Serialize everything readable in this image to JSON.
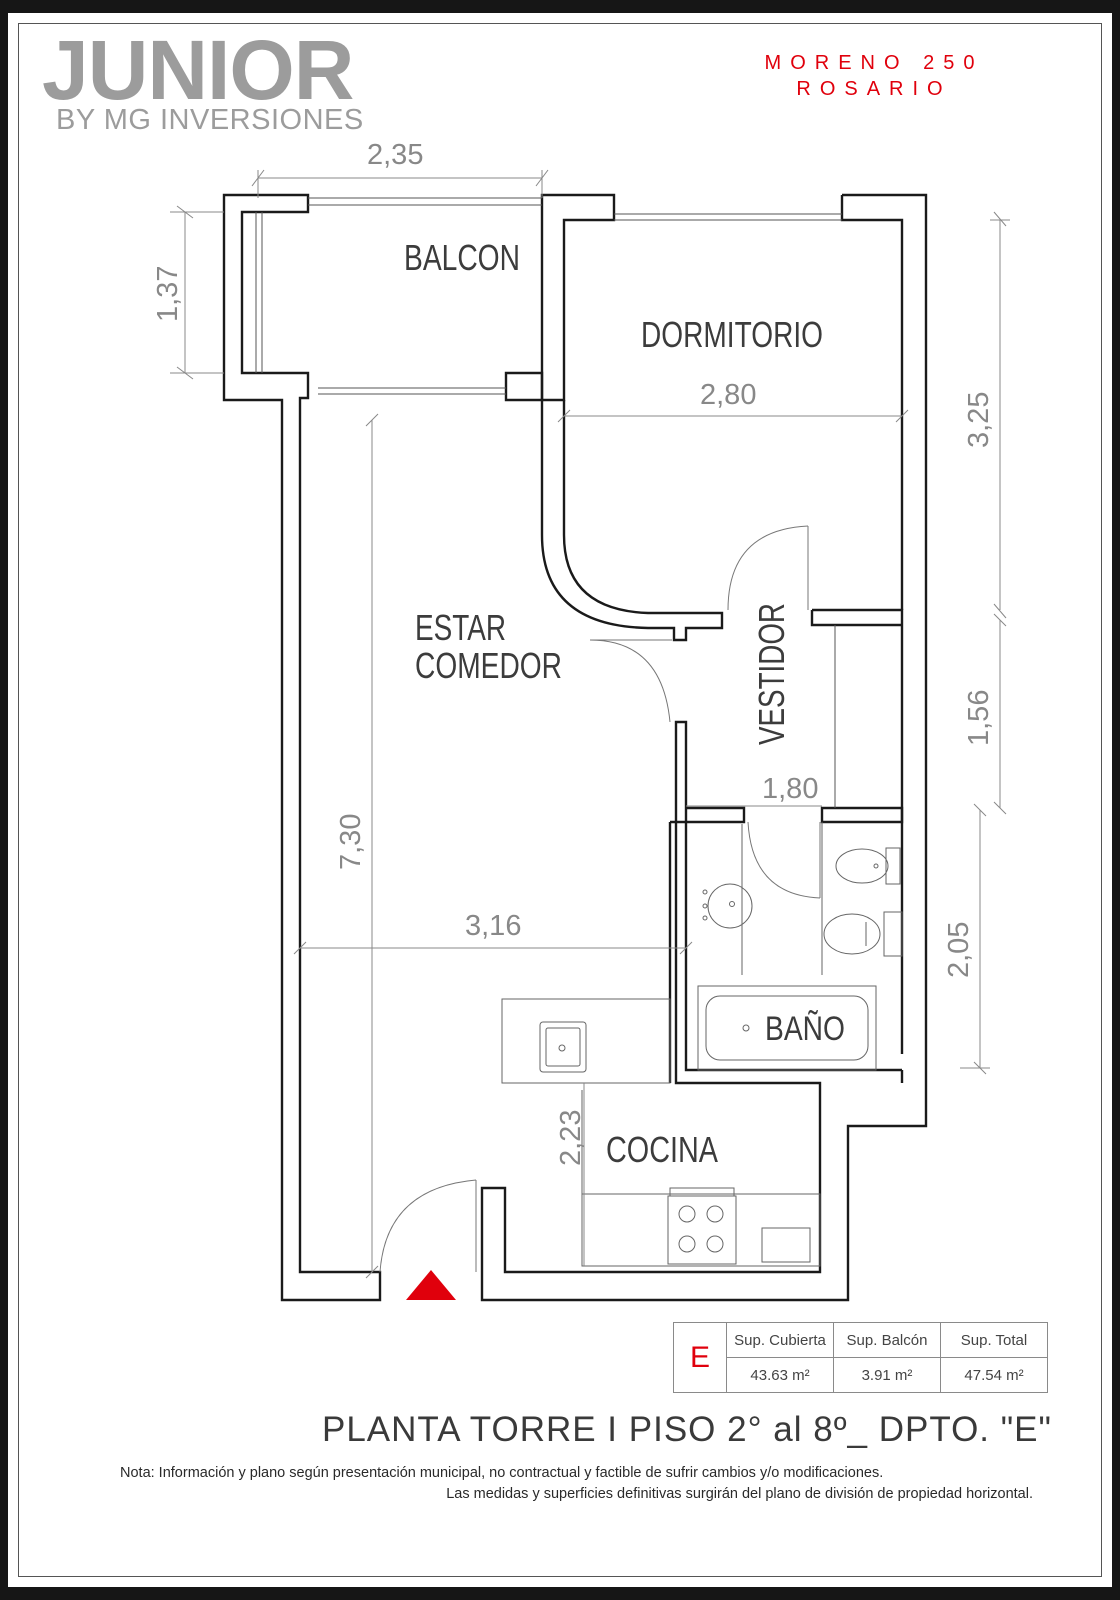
{
  "brand": {
    "name": "JUNIOR",
    "subtitle": "BY MG INVERSIONES"
  },
  "address": {
    "line1": "MORENO 250",
    "line2": "ROSARIO"
  },
  "rooms": {
    "balcon": "BALCON",
    "dormitorio": "DORMITORIO",
    "estar_line1": "ESTAR",
    "estar_line2": "COMEDOR",
    "vestidor": "VESTIDOR",
    "bano": "BAÑO",
    "cocina": "COCINA"
  },
  "dimensions": {
    "balcon_width": "2,35",
    "balcon_depth": "1,37",
    "dormitorio_width": "2,80",
    "right_upper": "3,25",
    "right_middle": "1,56",
    "right_lower": "2,05",
    "vestidor_width": "1,80",
    "estar_length": "7,30",
    "estar_width": "3,16",
    "cocina_length": "2,23"
  },
  "areas": {
    "unit": "E",
    "headers": [
      "Sup. Cubierta",
      "Sup. Balcón",
      "Sup. Total"
    ],
    "values": [
      "43.63 m²",
      "3.91 m²",
      "47.54 m²"
    ]
  },
  "title": "PLANTA TORRE I PISO 2° al 8º_ DPTO. \"E\"",
  "note": {
    "line1": "Nota: Información y plano según presentación municipal, no contractual y factible de sufrir cambios y/o modificaciones.",
    "line2": "Las medidas y superficies  definitivas surgirán del plano de división de propiedad horizontal."
  },
  "colors": {
    "accent": "#e0000c",
    "wall": "#1a1a1a",
    "dimension": "#888888"
  },
  "icons": [
    "entrance-triangle-icon",
    "sink-icon",
    "toilet-icon",
    "bidet-icon",
    "bathtub-icon",
    "stove-icon"
  ]
}
